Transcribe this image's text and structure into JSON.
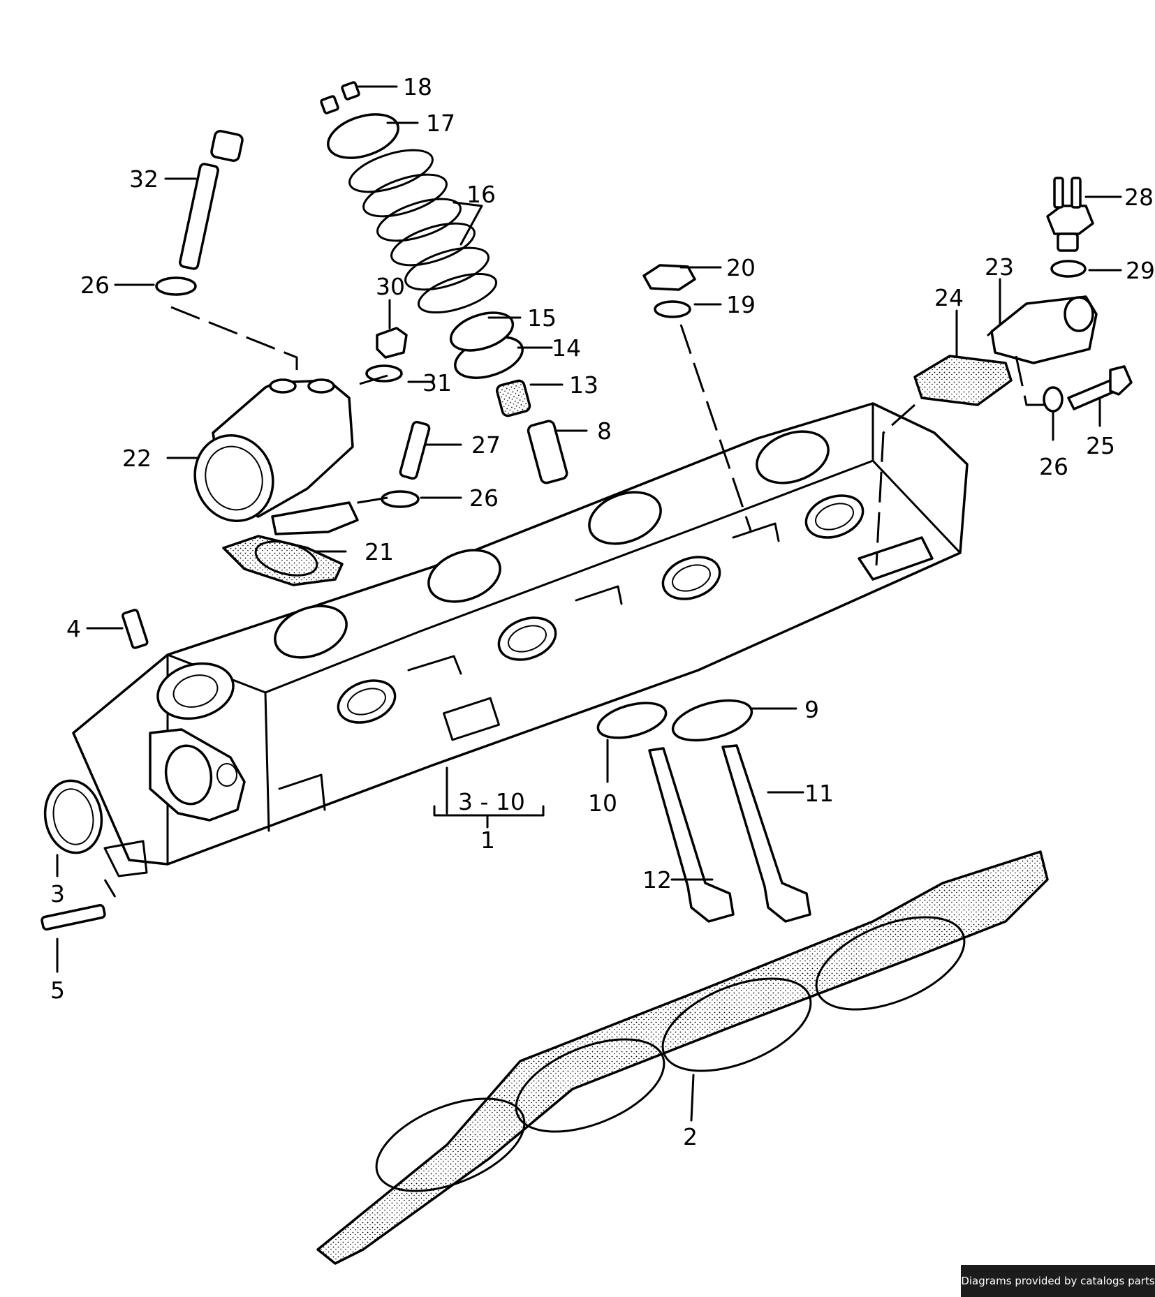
{
  "callouts": {
    "c1": "1",
    "c2": "2",
    "c3": "3",
    "c3_10": "3 - 10",
    "c4": "4",
    "c5": "5",
    "c8": "8",
    "c9": "9",
    "c10": "10",
    "c11": "11",
    "c12": "12",
    "c13": "13",
    "c14": "14",
    "c15": "15",
    "c16": "16",
    "c17": "17",
    "c18": "18",
    "c19": "19",
    "c20": "20",
    "c21": "21",
    "c22": "22",
    "c23": "23",
    "c24": "24",
    "c25": "25",
    "c26": "26",
    "c27": "27",
    "c28": "28",
    "c29": "29",
    "c30": "30",
    "c31": "31",
    "c32": "32"
  },
  "credit": "Diagrams provided by catalogs parts"
}
